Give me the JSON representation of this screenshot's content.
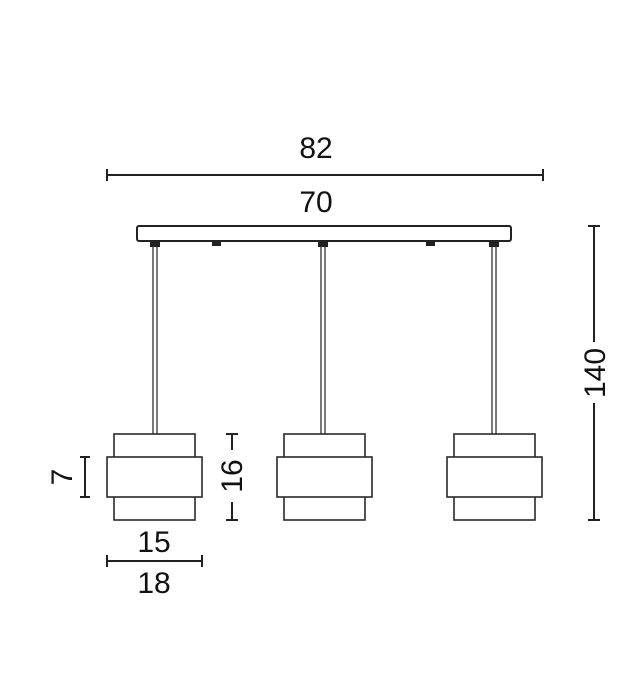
{
  "dimensions": {
    "overall_width": "82",
    "canopy_width": "70",
    "total_height": "140",
    "band_height": "7",
    "shade_height": "16",
    "shade_width": "15",
    "band_width": "18"
  },
  "colors": {
    "line": "#222222",
    "background": "#ffffff"
  }
}
